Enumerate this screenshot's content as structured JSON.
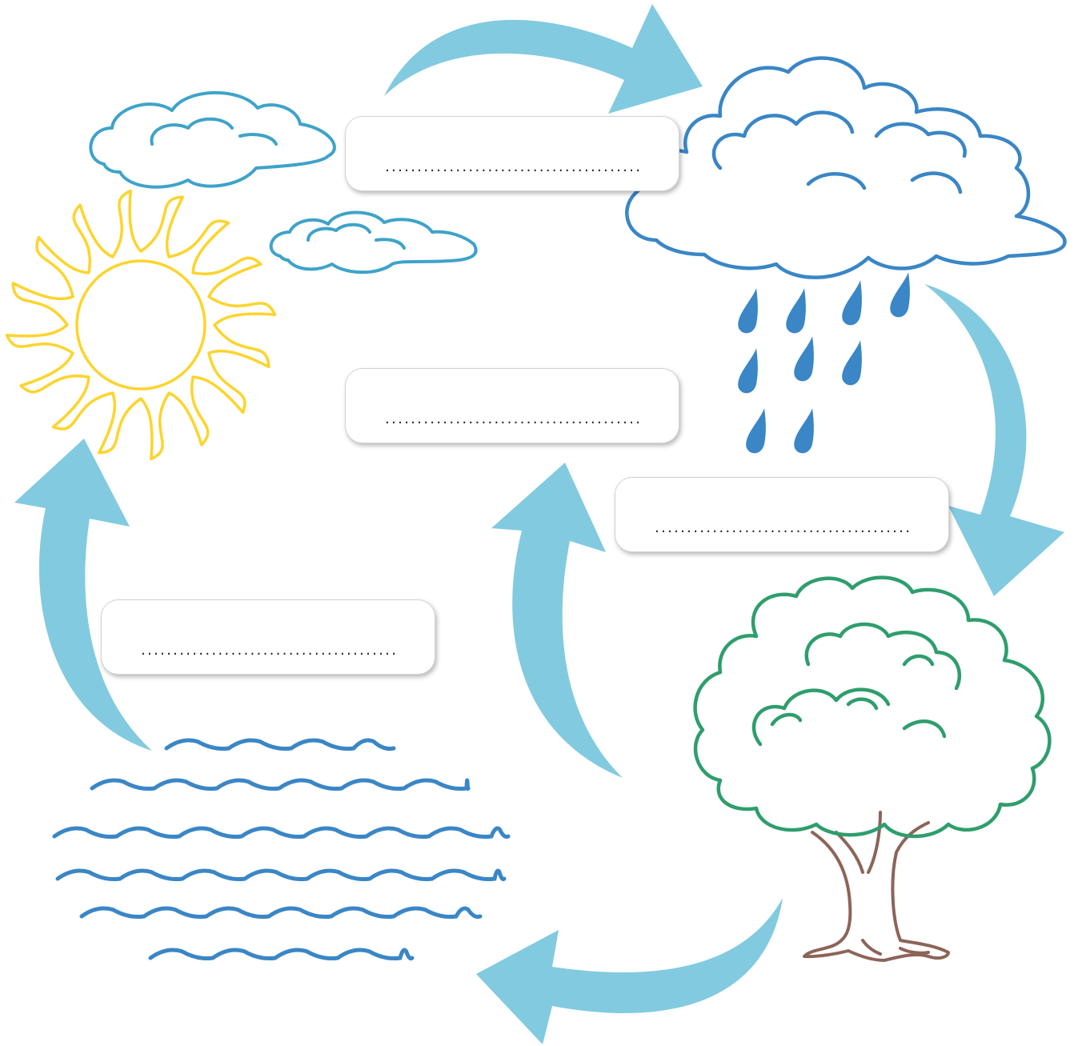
{
  "colors": {
    "arrow": "#82cadf",
    "sun": "#fdd42c",
    "cloud_light": "#3ea3c9",
    "cloud_dark": "#3a86c6",
    "rain": "#3a86c6",
    "water": "#3a86c6",
    "tree_canopy": "#2e9e6c",
    "tree_trunk": "#8d6458",
    "box_bg": "#ffffff",
    "box_border": "#d4d4d4"
  },
  "icons": [
    "sun-icon",
    "small-cloud-icon",
    "rain-cloud-icon",
    "raindrops-icon",
    "tree-icon",
    "water-waves-icon"
  ],
  "label_boxes": [
    {
      "id": "top",
      "blank": "........................................"
    },
    {
      "id": "middle",
      "blank": "........................................"
    },
    {
      "id": "right",
      "blank": "........................................"
    },
    {
      "id": "left",
      "blank": "........................................"
    }
  ]
}
